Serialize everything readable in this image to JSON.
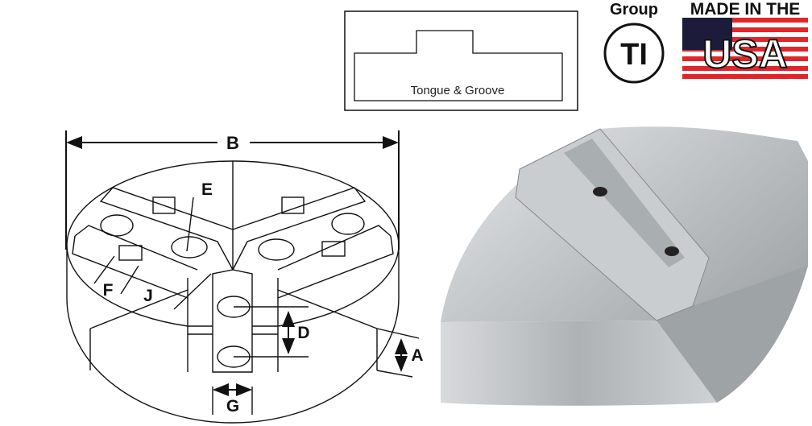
{
  "tongue_groove": {
    "label": "Tongue & Groove"
  },
  "group_badge": {
    "heading": "Group",
    "code": "TI"
  },
  "usa_badge": {
    "heading": "MADE IN THE",
    "text": "USA"
  },
  "dimensions": {
    "a": "A",
    "b": "B",
    "d": "D",
    "e": "E",
    "f": "F",
    "g": "G",
    "j": "J"
  },
  "colors": {
    "line": "#111111",
    "flag_red": "#e0262b",
    "flag_blue": "#1c1c3a",
    "metal": "#bfc3c6"
  }
}
